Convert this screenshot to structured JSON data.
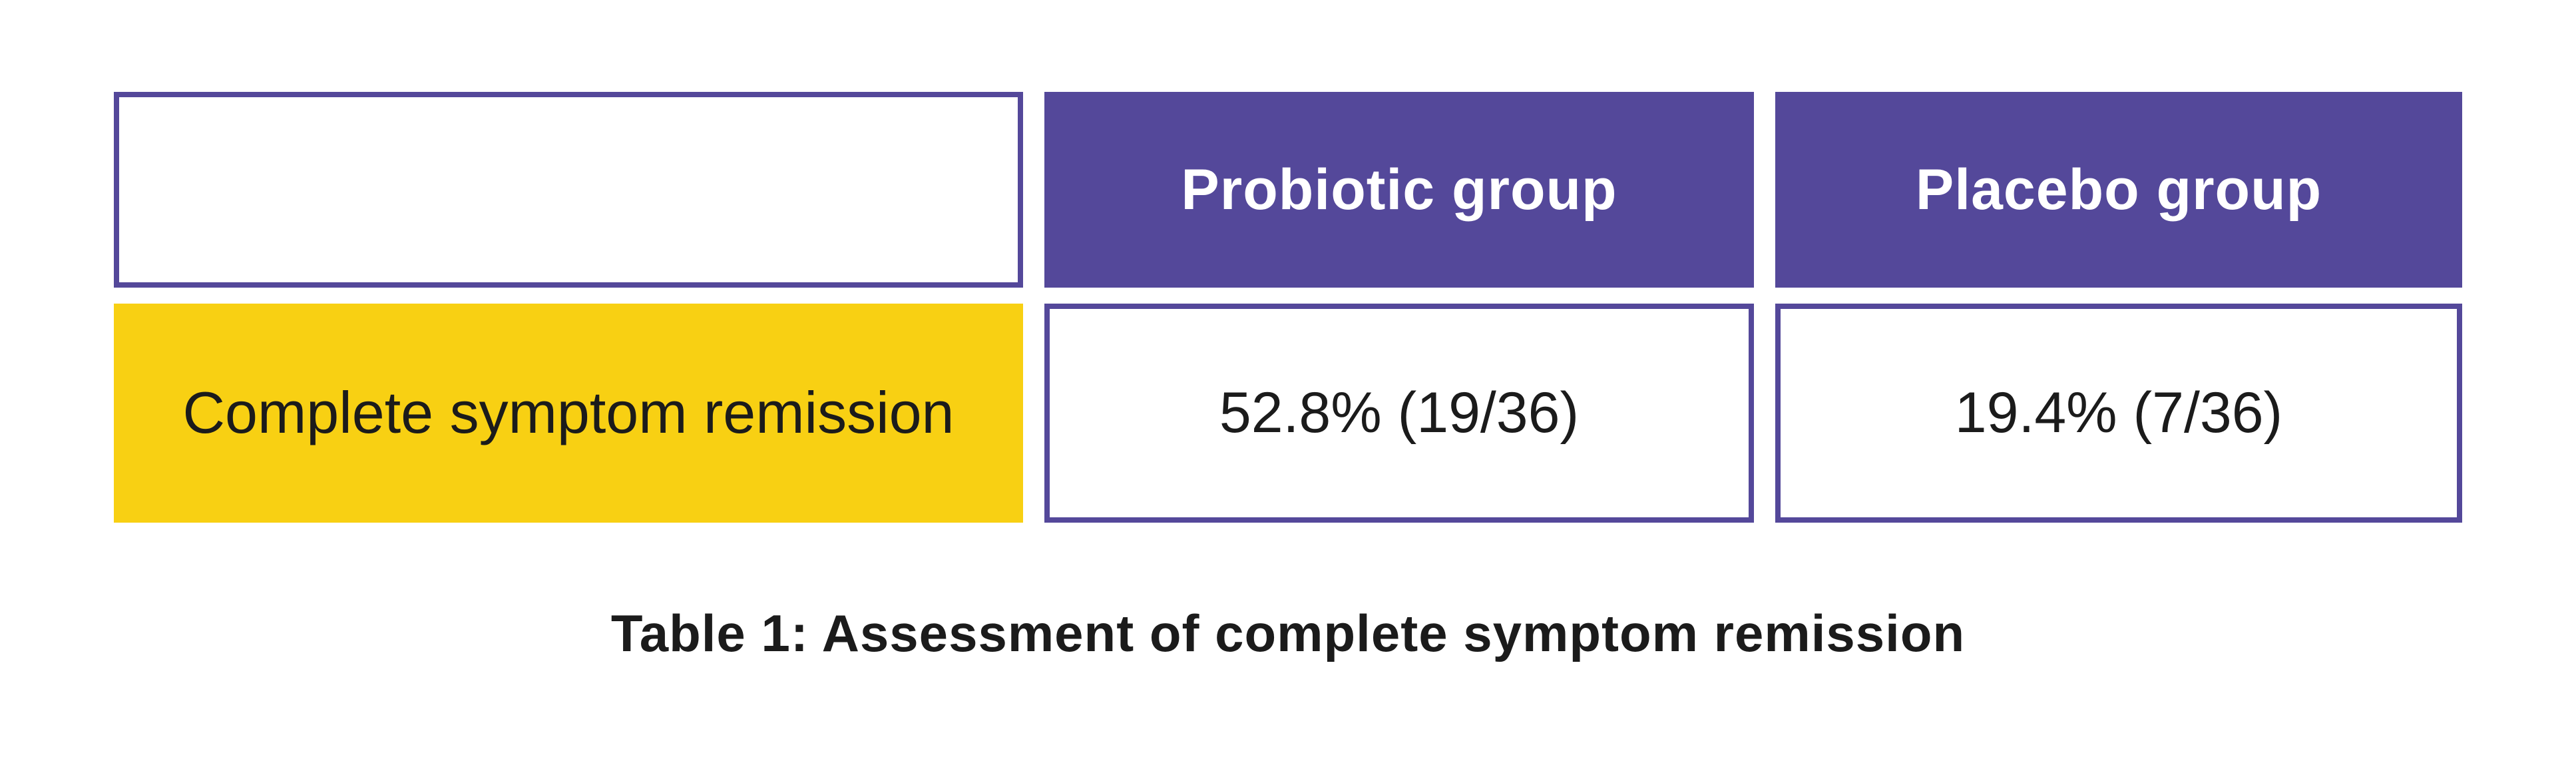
{
  "chart_data": {
    "type": "table",
    "caption": "Table 1: Assessment of complete symptom remission",
    "columns": [
      "",
      "Probiotic group",
      "Placebo group"
    ],
    "rows": [
      {
        "label": "Complete symptom remission",
        "probiotic": "52.8% (19/36)",
        "placebo": "19.4% (7/36)"
      }
    ],
    "numeric": {
      "probiotic_percent": 52.8,
      "probiotic_count": 19,
      "placebo_percent": 19.4,
      "placebo_count": 7,
      "group_size": 36
    }
  },
  "colors": {
    "purple": "#54489a",
    "yellow": "#f8d013",
    "cell-border": "#54489a",
    "header-text": "#ffffff",
    "body-text": "#1b1b1b",
    "background": "#ffffff"
  }
}
